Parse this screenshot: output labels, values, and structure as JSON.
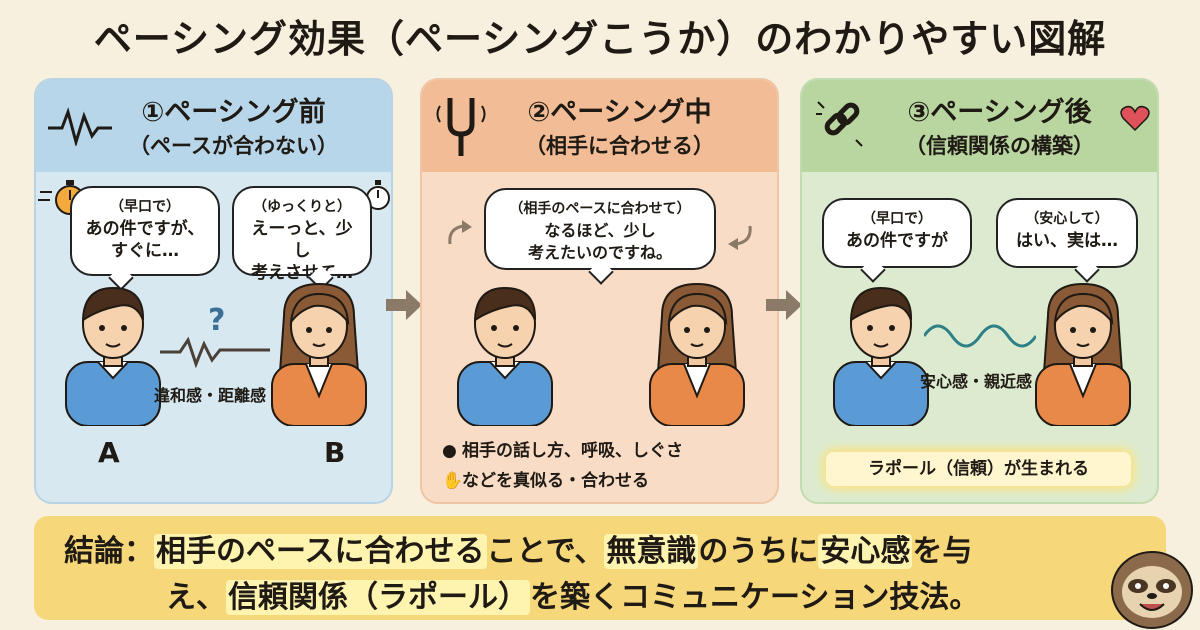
{
  "title": "ペーシング効果（ペーシングこうか）のわかりやすい図解",
  "panels": [
    {
      "title": "①ペーシング前",
      "subtitle": "（ペースが合わない）",
      "bubble_left_note": "（早口で）",
      "bubble_left_text1": "あの件ですが、",
      "bubble_left_text2": "すぐに…",
      "bubble_right_note": "（ゆっくりと）",
      "bubble_right_text1": "えーっと、少し",
      "bubble_right_text2": "考えさせて…",
      "middle_text": "違和感・距離感",
      "label_a": "A",
      "label_b": "B"
    },
    {
      "title": "②ペーシング中",
      "subtitle": "（相手に合わせる）",
      "bubble_note": "（相手のペースに合わせて）",
      "bubble_text1": "なるほど、少し",
      "bubble_text2": "考えたいのですね。",
      "action1": "相手の話し方、呼吸、しぐさ",
      "action2": "などを真似る・合わせる"
    },
    {
      "title": "③ペーシング後",
      "subtitle": "（信頼関係の構築）",
      "bubble_left_note": "（早口で）",
      "bubble_left_text": "あの件ですが",
      "bubble_right_note": "（安心して）",
      "bubble_right_text": "はい、実は…",
      "middle_text": "安心感・親近感",
      "rapport": "ラポール（信頼）が生まれる"
    }
  ],
  "conclusion": {
    "label": "結論：",
    "l1_a": "相手のペースに合わせる",
    "l1_b": "ことで、",
    "l1_c": "無意識",
    "l1_d": "のうちに",
    "l1_e": "安心感",
    "l1_f": "を与",
    "l2_a": "え、",
    "l2_b": "信頼関係（ラポール）",
    "l2_c": "を築くコミュニケーション技法。"
  },
  "colors": {
    "panel1": "#d7e8f1",
    "panel2": "#f8dcc6",
    "panel3": "#dcebd0",
    "conclusion": "#f6d77a",
    "shirt": "#5b9bd5",
    "cardigan": "#e8894a"
  },
  "icons": [
    "wave-icon",
    "question-icon",
    "timer-icon",
    "tuning-fork-icon",
    "link-icon",
    "heart-icon",
    "arrow-icon",
    "sloth-icon"
  ]
}
